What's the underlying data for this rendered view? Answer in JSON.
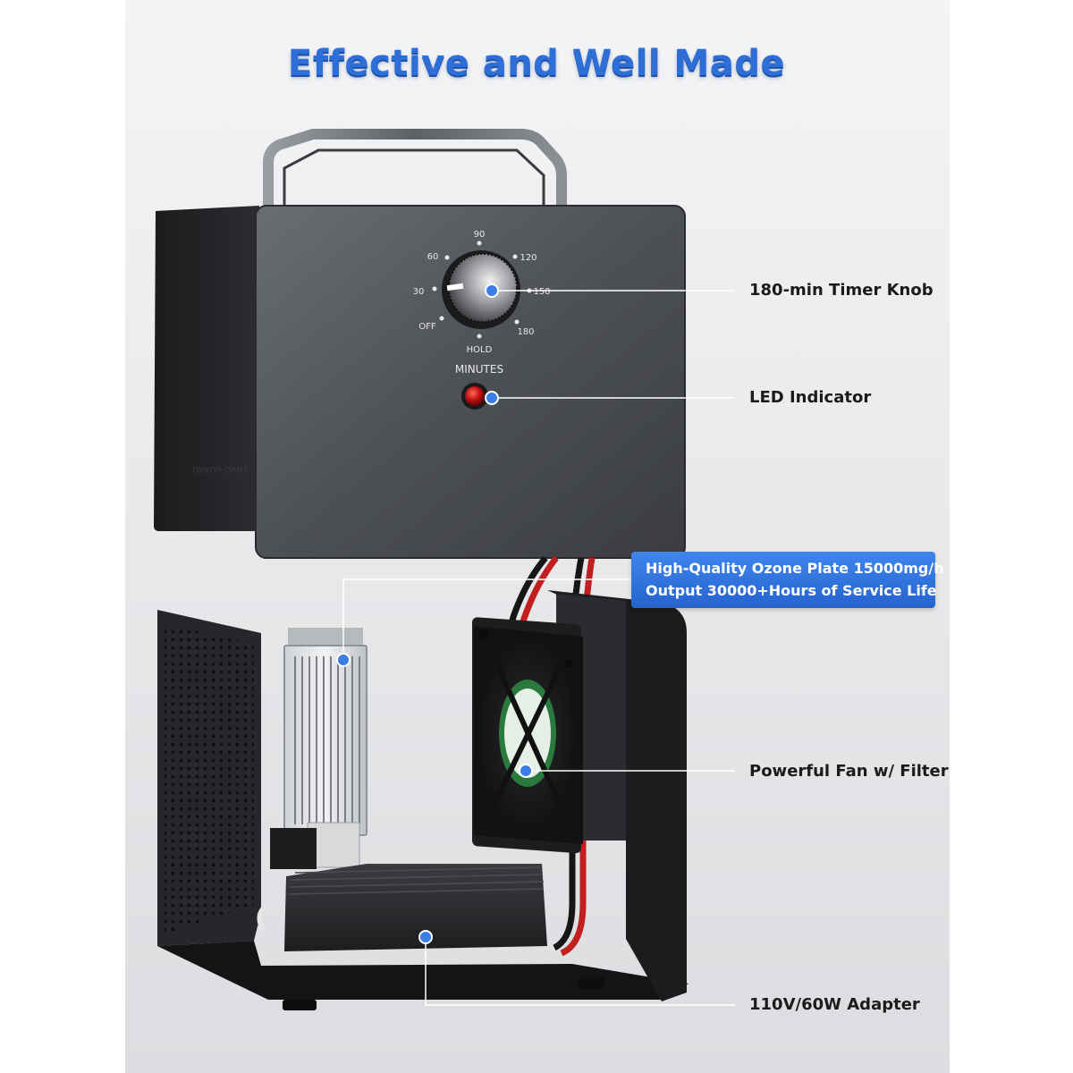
{
  "headline": "Effective and Well Made",
  "dial": {
    "labels": [
      "OFF",
      "30",
      "60",
      "90",
      "120",
      "150",
      "180",
      "HOLD"
    ],
    "caption": "MINUTES"
  },
  "callouts": {
    "timer_knob": "180-min Timer Knob",
    "led_indicator": "LED Indicator",
    "ozone_plate_line1": "High-Quality Ozone Plate 15000mg/h",
    "ozone_plate_line2": "Output 30000+Hours of Service Life",
    "fan": "Powerful Fan w/ Filter",
    "adapter": "110V/60W Adapter"
  },
  "colors": {
    "headline": "#2d6fd6",
    "callout_box": "#2f72df",
    "marker_dot": "#3a7de6",
    "led": "#c21010"
  }
}
